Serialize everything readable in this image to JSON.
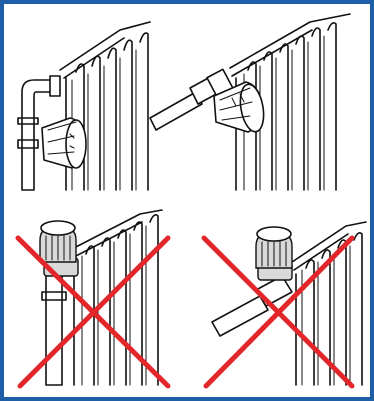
{
  "colors": {
    "frame_border": "#1f5fa8",
    "line_art": "#111111",
    "cross": "#e3262a",
    "background": "#ffffff"
  },
  "panels": [
    {
      "id": "top-left",
      "status": "correct",
      "mark": "none"
    },
    {
      "id": "top-right",
      "status": "correct",
      "mark": "none"
    },
    {
      "id": "bottom-left",
      "status": "incorrect",
      "mark": "red-x"
    },
    {
      "id": "bottom-right",
      "status": "incorrect",
      "mark": "red-x"
    }
  ]
}
